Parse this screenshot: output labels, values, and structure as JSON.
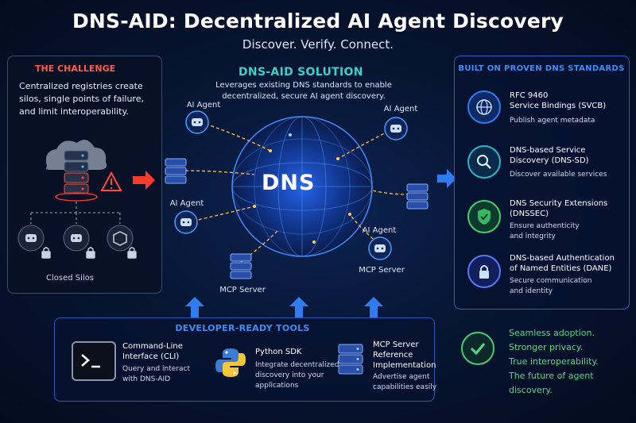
{
  "header": {
    "title": "DNS-AID: Decentralized AI Agent Discovery",
    "subtitle": "Discover. Verify. Connect."
  },
  "challenge": {
    "heading": "THE CHALLENGE",
    "text": "Centralized registries create silos, single points of failure, and limit interoperability.",
    "silos_label": "Closed Silos"
  },
  "solution": {
    "heading": "DNS-AID SOLUTION",
    "text": "Leverages existing DNS standards to enable decentralized, secure AI agent discovery.",
    "hub_label": "DNS",
    "nodes": {
      "agent_top_left": "AI Agent",
      "agent_top_right": "AI Agent",
      "agent_mid_left": "AI Agent",
      "agent_bottom_right": "AI Agent",
      "mcp_bottom_left": "MCP Server",
      "mcp_bottom_right": "MCP Server"
    }
  },
  "standards": {
    "heading": "BUILT ON PROVEN DNS STANDARDS",
    "items": [
      {
        "title1": "RFC 9460",
        "title2": "Service Bindings (SVCB)",
        "desc1": "Publish agent metadata",
        "desc2": "",
        "icon": "globe-icon",
        "color": "#2f7cf0"
      },
      {
        "title1": "DNS-based Service",
        "title2": "Discovery (DNS-SD)",
        "desc1": "Discover available services",
        "desc2": "",
        "icon": "search-icon",
        "color": "#2ab6c8"
      },
      {
        "title1": "DNS Security Extensions",
        "title2": "(DNSSEC)",
        "desc1": "Ensure authenticity",
        "desc2": "and integrity",
        "icon": "shield-check-icon",
        "color": "#3fcf6e"
      },
      {
        "title1": "DNS-based Authentication",
        "title2": "of Named Entities (DANE)",
        "desc1": "Secure communication",
        "desc2": "and identity",
        "icon": "lock-icon",
        "color": "#4f7cf5"
      }
    ]
  },
  "tools": {
    "heading": "DEVELOPER-READY TOOLS",
    "cli": {
      "title1": "Command-Line",
      "title2": "Interface (CLI)",
      "desc1": "Query and interact",
      "desc2": "with DNS-AID"
    },
    "sdk": {
      "title1": "Python SDK",
      "desc1": "Integrate decentralized",
      "desc2": "discovery into your",
      "desc3": "applications"
    },
    "mcp": {
      "title1": "MCP Server",
      "title2": "Reference",
      "title3": "Implementation",
      "desc1": "Advertise agent",
      "desc2": "capabilities easily"
    }
  },
  "benefits": [
    "Seamless adoption.",
    "Stronger privacy.",
    "True interoperability.",
    "The future of agent discovery."
  ],
  "colors": {
    "challenge_red": "#ff5a48",
    "solution_teal": "#3cd0c8",
    "accent_blue": "#3c8ef5",
    "benefit_green": "#4fd98a"
  }
}
